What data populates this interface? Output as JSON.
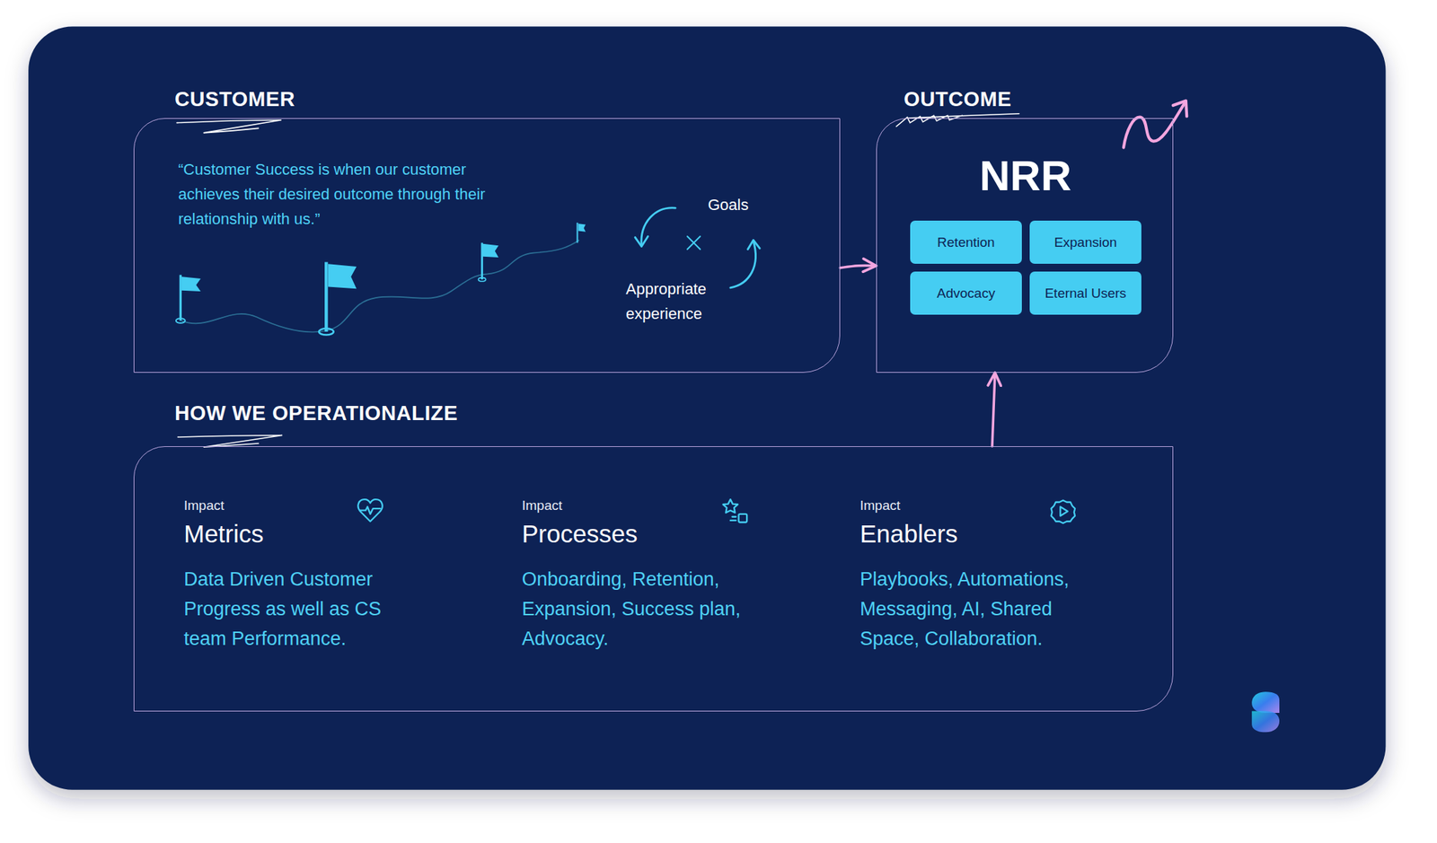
{
  "diagram": {
    "nodes": [
      {
        "text": [
          "CUSTOMER",
          "“Customer Success is when our customer achieves their desired outcome through their relationship with us.”",
          "Goals",
          "Appropriate experience"
        ]
      },
      {
        "text": [
          "OUTCOME",
          "NRR"
        ]
      },
      {
        "text": [
          "Retention"
        ],
        "in": 1
      },
      {
        "text": [
          "Expansion"
        ],
        "in": 1
      },
      {
        "text": [
          "Advocacy"
        ],
        "in": 1
      },
      {
        "text": [
          "Eternal Users"
        ],
        "in": 1
      },
      {
        "text": [
          "HOW WE OPERATIONALIZE",
          "Impact",
          "Metrics",
          "Data Driven Customer Progress as well as CS team Performance.",
          "Impact",
          "Processes",
          "Onboarding, Retention, Expansion, Success plan, Advocacy.",
          "Impact",
          "Enablers",
          "Playbooks, Automations, Messaging, AI, Shared Space, Collaboration."
        ]
      }
    ],
    "edges": [
      {
        "from": 0,
        "to": 1,
        "arrow": "to"
      },
      {
        "from": 6,
        "to": 1,
        "arrow": "to"
      }
    ]
  }
}
